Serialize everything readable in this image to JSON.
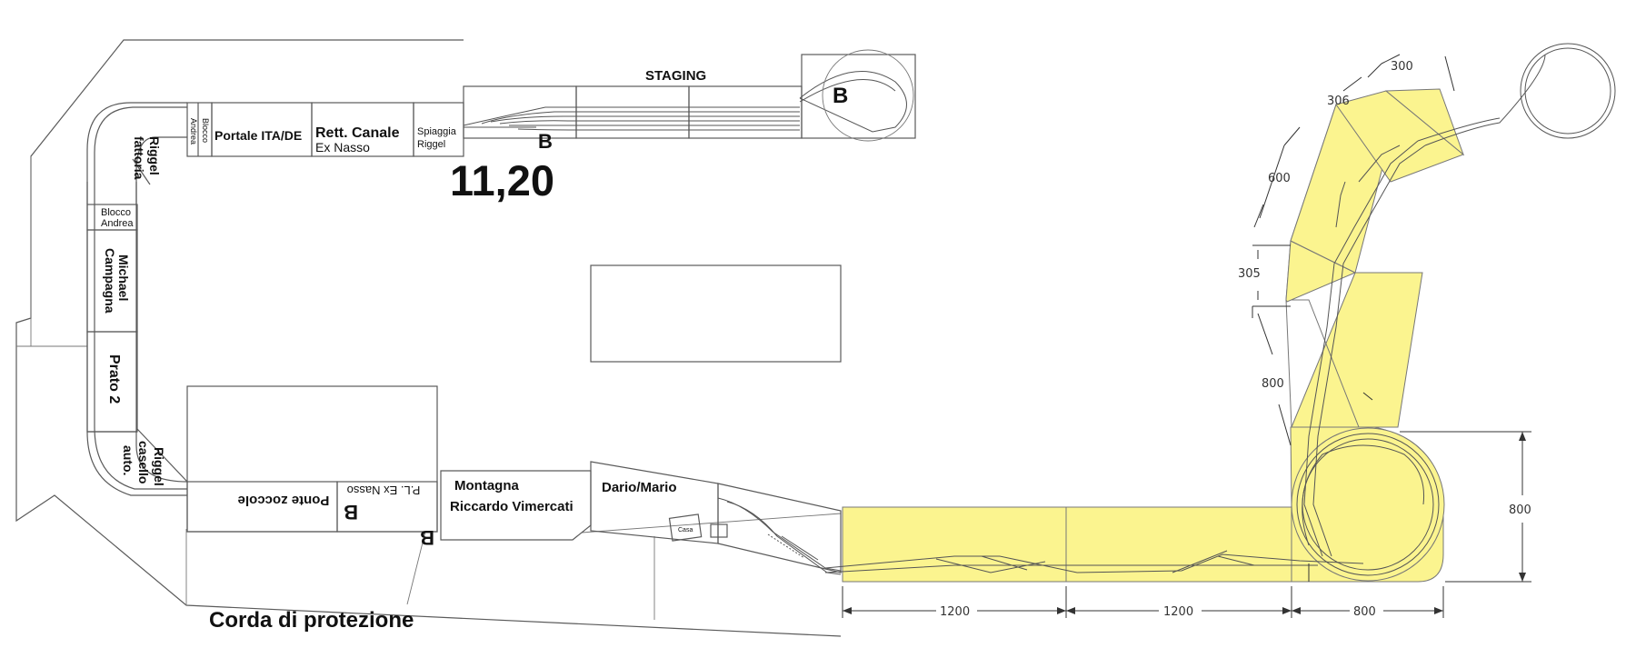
{
  "sections": {
    "staging": "STAGING",
    "b_loop": "B",
    "b_staging": "B",
    "length": "11,20",
    "riggel_fattoria_1": "Riggel",
    "riggel_fattoria_2": "fattoria",
    "blocco_andrea_small_1": "Blocco",
    "blocco_andrea_small_2": "Andrea",
    "portale": "Portale ITA/DE",
    "rett_canale_1": "Rett. Canale",
    "rett_canale_2": "Ex Nasso",
    "spiaggia_1": "Spiaggia",
    "spiaggia_2": "Riggel",
    "blocco_andrea_1": "Blocco",
    "blocco_andrea_2": "Andrea",
    "campagna_1": "Campagna",
    "campagna_2": "Michael",
    "prato": "Prato 2",
    "riggel_casello_1": "Riggel",
    "riggel_casello_2": "casello",
    "riggel_casello_3": "auto.",
    "ponte": "Ponte zoccole",
    "pl_nasso": "P.L. Ex Nasso",
    "b_bottom": "B",
    "b_bottom2": "B",
    "montagna_1": "Montagna",
    "montagna_2": "Riccardo Vimercati",
    "dario": "Dario/Mario",
    "casa": "Casa",
    "corda": "Corda di protezione"
  },
  "dimensions": {
    "d300": "300",
    "d306": "306",
    "d600": "600",
    "d305": "305",
    "d800_left": "800",
    "d800_right": "800",
    "d1200_a": "1200",
    "d1200_b": "1200",
    "d800_bottom": "800"
  },
  "colors": {
    "module_fill": "#fbf48f",
    "line": "#5a5a5a"
  }
}
